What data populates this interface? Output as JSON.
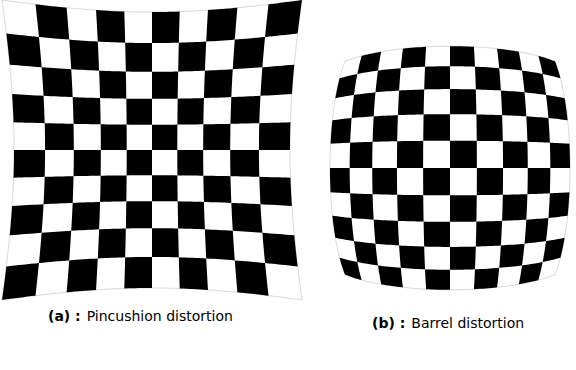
{
  "diagram": {
    "labels": [
      "(a) :",
      "Pincushion distortion",
      "(b) :",
      "Barrel distortion"
    ]
  }
}
